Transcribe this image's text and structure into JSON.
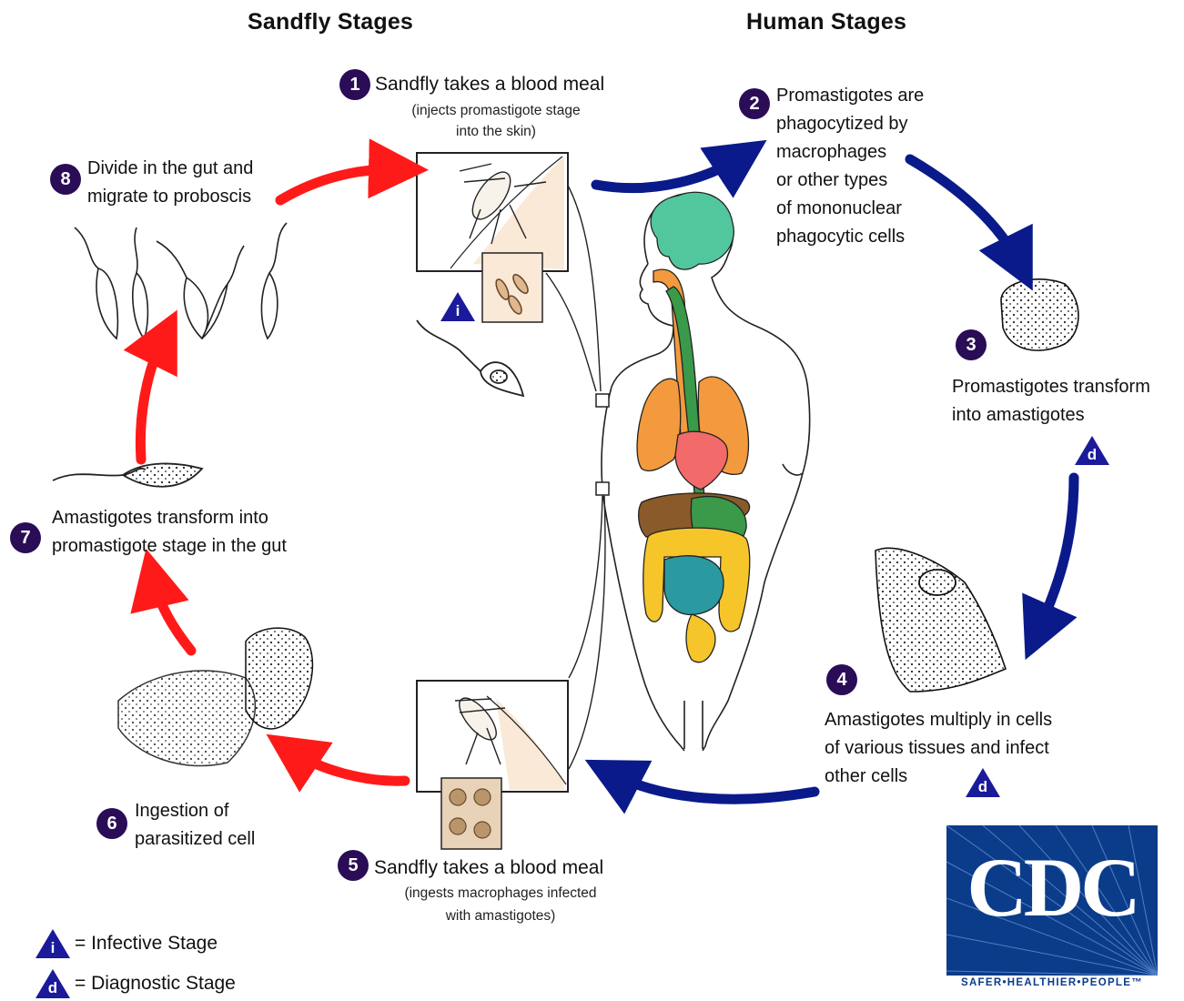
{
  "titles": {
    "sandfly": "Sandfly Stages",
    "human": "Human Stages"
  },
  "steps": [
    {
      "num": "1",
      "main": "Sandfly takes a blood meal",
      "sub1": "(injects promastigote stage",
      "sub2": "into the skin)"
    },
    {
      "num": "2",
      "lines": [
        "Promastigotes are",
        "phagocytized by",
        "macrophages",
        "or other types",
        "of mononuclear",
        "phagocytic cells"
      ]
    },
    {
      "num": "3",
      "lines": [
        "Promastigotes transform",
        "into amastigotes"
      ]
    },
    {
      "num": "4",
      "lines": [
        "Amastigotes multiply in cells",
        "of various tissues and infect",
        "other cells"
      ]
    },
    {
      "num": "5",
      "main": "Sandfly takes a blood meal",
      "sub1": "(ingests macrophages infected",
      "sub2": "with amastigotes)"
    },
    {
      "num": "6",
      "lines": [
        "Ingestion of",
        "parasitized cell"
      ]
    },
    {
      "num": "7",
      "lines": [
        "Amastigotes transform into",
        "promastigote stage in  the gut"
      ]
    },
    {
      "num": "8",
      "lines": [
        "Divide in the gut and",
        "migrate to proboscis"
      ]
    }
  ],
  "badges": {
    "infective": "i",
    "diagnostic": "d"
  },
  "legend": {
    "infective": "= Infective Stage",
    "diagnostic": "= Diagnostic Stage"
  },
  "logo": {
    "word": "CDC",
    "tagline": "SAFER•HEALTHIER•PEOPLE™"
  },
  "colors": {
    "human_arrow": "#0a1a8a",
    "sandfly_arrow": "#ff1a1a",
    "step_circle": "#2a0d56",
    "badge": "#1a1a9a",
    "brain": "#52c79e",
    "lungs": "#f29a3d",
    "heart": "#f26a6a",
    "liver": "#8a5a2a",
    "intestine_large": "#f5c52a",
    "intestine_small": "#2a9aa0",
    "stomach": "#3a9a4a",
    "skin_panel": "#fbe9d8"
  }
}
